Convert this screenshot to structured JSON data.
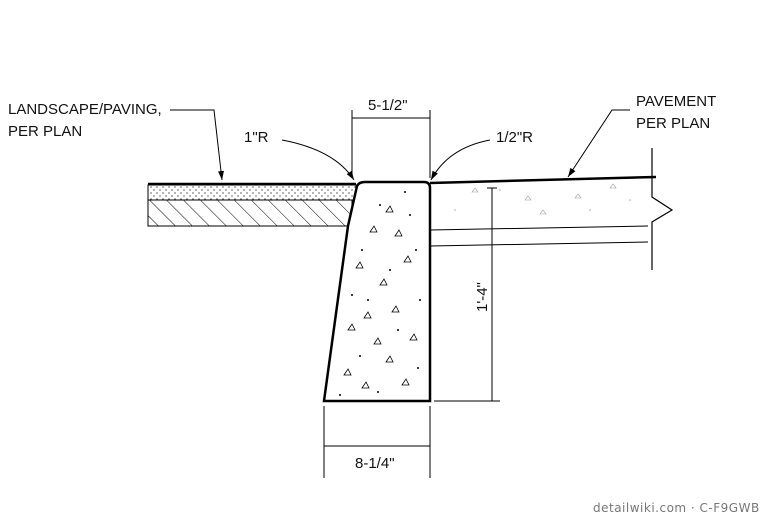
{
  "callouts": {
    "landscape_line1": "LANDSCAPE/PAVING,",
    "landscape_line2": "PER PLAN",
    "pavement_line1": "PAVEMENT",
    "pavement_line2": "PER PLAN",
    "radius_left": "1\"R",
    "radius_right": "1/2\"R"
  },
  "dimensions": {
    "top_width": "5-1/2\"",
    "bottom_width": "8-1/4\"",
    "height": "1'-4\""
  },
  "watermark": "detailwiki.com · C-F9GWB"
}
